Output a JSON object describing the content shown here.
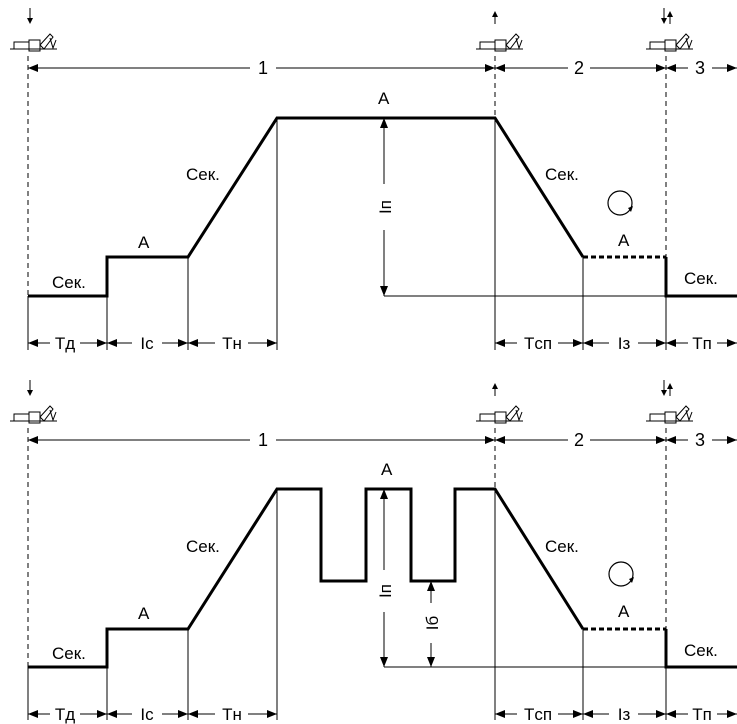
{
  "phases": {
    "p1": "1",
    "p2": "2",
    "p3": "3"
  },
  "labels": {
    "gas": "Сек.",
    "arc": "A",
    "t_pre": "Tд",
    "i_start": "Ic",
    "t_up": "Tн",
    "i_main": "Iп",
    "t_down": "Tсп",
    "i_end": "Iз",
    "t_post": "Tп",
    "i_base": "Iб"
  },
  "panels": [
    {
      "name": "continuous",
      "pulsed": false
    },
    {
      "name": "pulsed",
      "pulsed": true
    }
  ]
}
